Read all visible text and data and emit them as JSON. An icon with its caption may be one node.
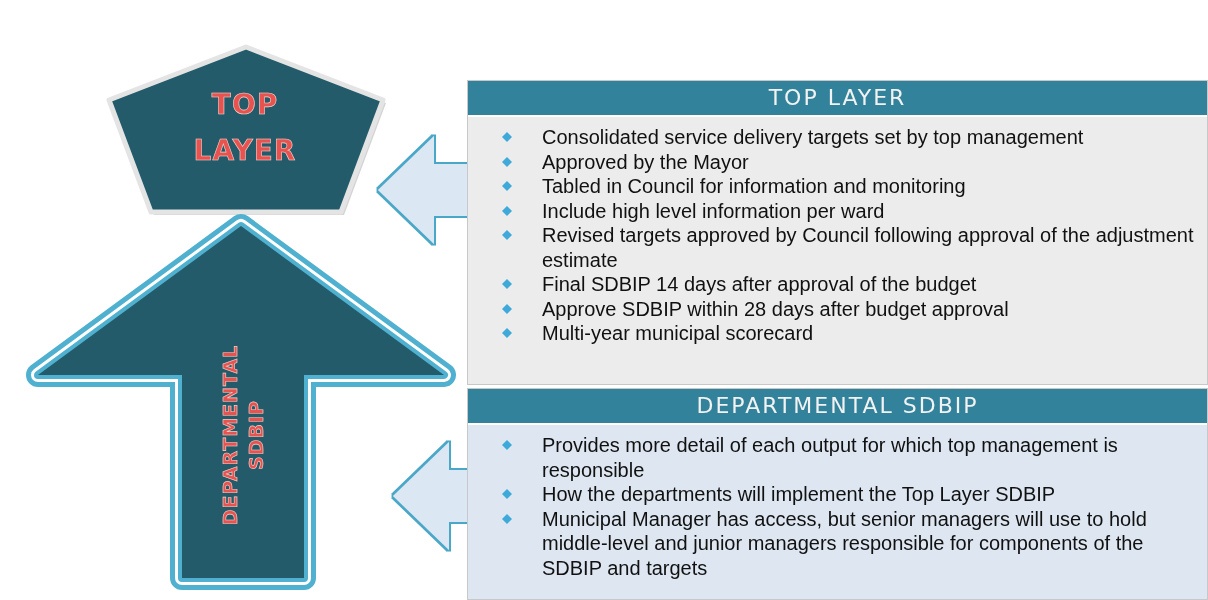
{
  "diagram": {
    "nodes": [
      {
        "text": [
          "TOP LAYER"
        ]
      },
      {
        "text": [
          "DEPARTMENTAL SDBIP"
        ]
      },
      {
        "text": [
          "TOP LAYER",
          "Consolidated service delivery targets set by top management",
          "Approved by the Mayor",
          "Tabled in Council for information and monitoring",
          "Include high level information per ward",
          "Revised targets approved by Council following approval of the adjustment estimate",
          "Final SDBIP 14 days after approval of the budget",
          "Approve SDBIP within 28 days after budget approval",
          "Multi-year municipal scorecard"
        ]
      },
      {
        "text": [
          "DEPARTMENTAL SDBIP",
          "Provides more detail of each output for which top management is responsible",
          "How the departments will implement the Top Layer SDBIP",
          "Municipal Manager has access, but senior managers will use to hold middle-level and junior managers responsible for components of the SDBIP and targets"
        ]
      }
    ],
    "edges": [
      {
        "from": 2,
        "to": 0,
        "arrow": "to"
      },
      {
        "from": 3,
        "to": 1,
        "arrow": "to"
      }
    ]
  }
}
